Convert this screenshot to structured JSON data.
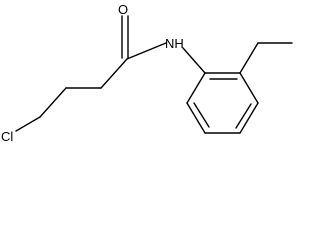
{
  "molecule": {
    "atoms": {
      "chlorine": "Cl",
      "oxygen": "O",
      "nitrogen": "NH"
    },
    "colors": {
      "bond": "#000000",
      "label": "#000000",
      "background": "#ffffff"
    }
  }
}
